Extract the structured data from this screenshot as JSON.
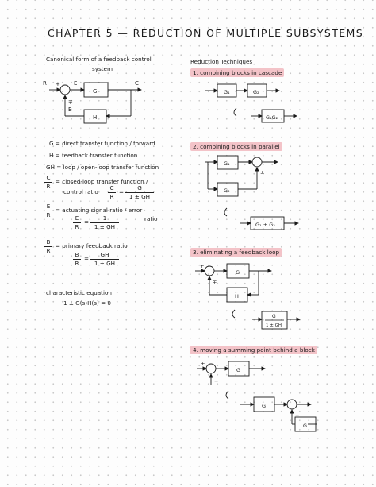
{
  "title": "CHAPTER 5 — REDUCTION OF MULTIPLE SUBSYSTEMS",
  "left": {
    "heading_line1": "Canonical form of a feedback control",
    "heading_line2": "system",
    "diagram_labels": {
      "r": "R",
      "e": "E",
      "c": "C",
      "g": "G",
      "h": "H",
      "plus": "+",
      "pm": "∓",
      "b": "B"
    },
    "defs": [
      {
        "sym": "G",
        "text": "= direct transfer function / forward"
      },
      {
        "sym": "H",
        "text": "= feedback transfer function"
      },
      {
        "sym": "GH",
        "text": "= loop / open-loop transfer function"
      },
      {
        "sym": "C/R",
        "text": "= closed-loop transfer function /"
      },
      {
        "sym": "",
        "text": "control ratio"
      },
      {
        "sym": "E/R",
        "text": "= actuating signal ratio / error"
      },
      {
        "sym": "",
        "text": "ratio"
      },
      {
        "sym": "B/R",
        "text": "= primary feedback ratio"
      }
    ],
    "cr_formula": {
      "lhs_num": "C",
      "lhs_den": "R",
      "rhs_num": "G",
      "rhs_den": "1 ± GH"
    },
    "er_formula": {
      "lhs_num": "E",
      "lhs_den": "R",
      "rhs_num": "1",
      "rhs_den": "1 ± GH"
    },
    "br_formula": {
      "lhs_num": "B",
      "lhs_den": "R",
      "rhs_num": "GH",
      "rhs_den": "1 ± GH"
    },
    "char_heading": "characteristic equation",
    "char_eq": "1 ± G(s)H(s) = 0"
  },
  "right": {
    "heading": "Reduction Techniques",
    "sections": [
      {
        "title": "1. combining blocks in cascade",
        "labels": {
          "g1": "G₁",
          "g2": "G₂",
          "result": "G₁G₂"
        }
      },
      {
        "title": "2. combining blocks in parallel",
        "labels": {
          "g1": "G₁",
          "g2": "G₂",
          "pm": "±",
          "result": "G₁ ± G₂"
        }
      },
      {
        "title": "3. eliminating a feedback loop",
        "labels": {
          "g": "G",
          "h": "H",
          "plus": "+",
          "pm": "∓",
          "result_num": "G",
          "result_den": "1 ± GH"
        }
      },
      {
        "title": "4. moving a summing point behind a block",
        "labels": {
          "g": "G",
          "plus": "+",
          "minus": "−"
        }
      }
    ]
  },
  "colors": {
    "highlight": "#f3c3c8",
    "ink": "#1a1a1a",
    "dots": "#c9c9c9"
  }
}
